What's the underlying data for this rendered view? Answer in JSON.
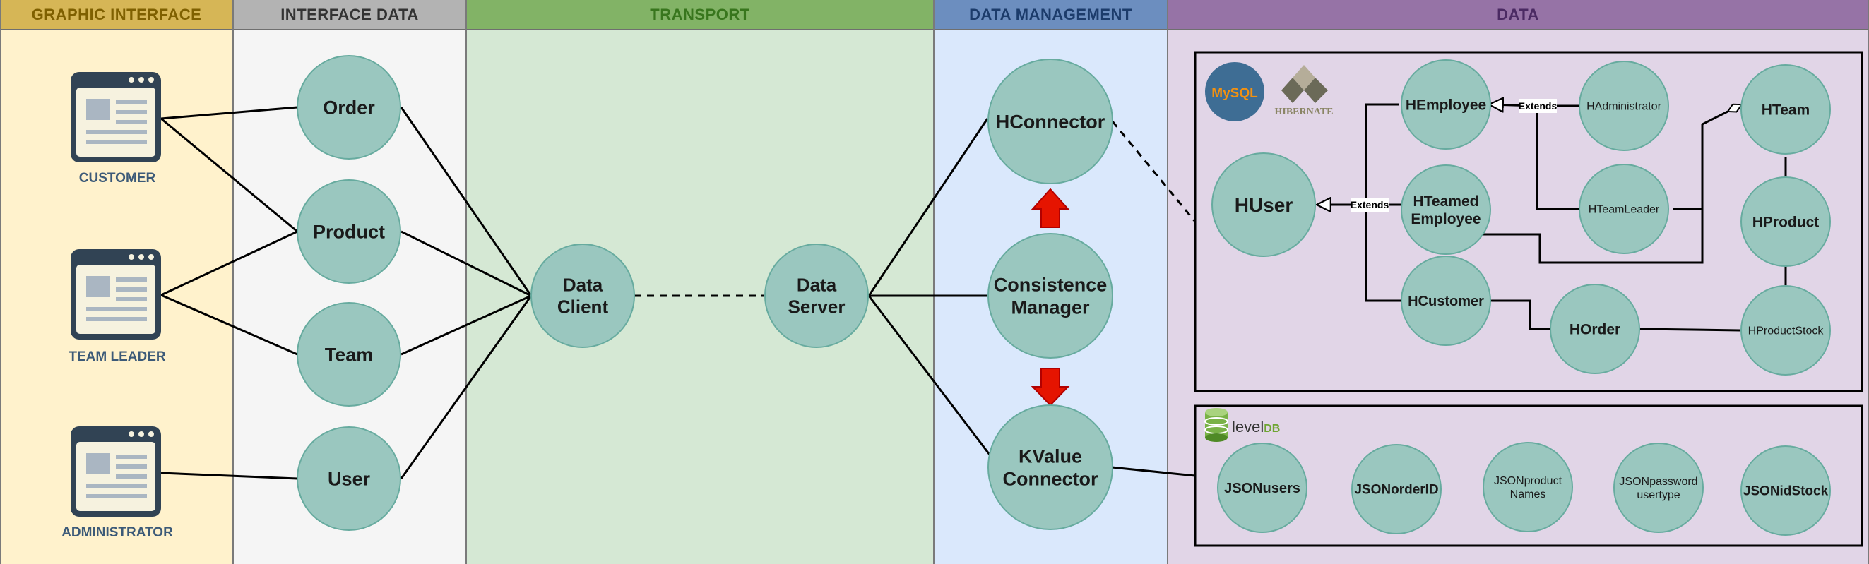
{
  "lanes": [
    {
      "title": "GRAPHIC INTERFACE",
      "fill": "#fff2cc",
      "header_fill": "#d6b656",
      "text_color": "#7f6000"
    },
    {
      "title": "INTERFACE DATA",
      "fill": "#f5f5f5",
      "header_fill": "#b3b3b3",
      "text_color": "#333333"
    },
    {
      "title": "TRANSPORT",
      "fill": "#d5e8d4",
      "header_fill": "#82b366",
      "text_color": "#38761d"
    },
    {
      "title": "DATA MANAGEMENT",
      "fill": "#dae8fc",
      "header_fill": "#6c8ebf",
      "text_color": "#1c3c6b"
    },
    {
      "title": "DATA",
      "fill": "#e1d5e7",
      "header_fill": "#9673a6",
      "text_color": "#4b2a63"
    }
  ],
  "actors": [
    "CUSTOMER",
    "TEAM LEADER",
    "ADMINISTRATOR"
  ],
  "nodes": {
    "order": "Order",
    "product": "Product",
    "team": "Team",
    "user": "User",
    "data_client": [
      "Data",
      "Client"
    ],
    "data_server": [
      "Data",
      "Server"
    ],
    "hconnector": "HConnector",
    "consistence_manager": [
      "Consistence",
      "Manager"
    ],
    "kvalue_connector": [
      "KValue",
      "Connector"
    ],
    "huser": "HUser",
    "hemployee": "HEmployee",
    "hteamed_employee": [
      "HTeamed",
      "Employee"
    ],
    "hcustomer": "HCustomer",
    "hadministrator": "HAdministrator",
    "hteamleader": "HTeamLeader",
    "hteam": "HTeam",
    "hproduct": "HProduct",
    "horder": "HOrder",
    "hproductstock": "HProductStock",
    "jsonusers": "JSONusers",
    "jsonorderid": "JSONorderID",
    "jsonproductnames": [
      "JSONproduct",
      "Names"
    ],
    "jsonpassword": [
      "JSONpassword",
      "usertype"
    ],
    "jsonidstock": "JSONidStock"
  },
  "edge_labels": {
    "extends_1": "Extends",
    "extends_2": "Extends"
  },
  "logos": {
    "mysql": "MySQL",
    "hibernate": "HIBERNATE",
    "leveldb": [
      "level",
      "DB"
    ]
  },
  "colors": {
    "node_fill": "#9ac7bf",
    "node_stroke": "#67ab9f",
    "arrow": "#e51400",
    "actor_icon": "#314354",
    "actor_icon_bg": "#f6f2df",
    "actor_label": "#3c5a78"
  }
}
